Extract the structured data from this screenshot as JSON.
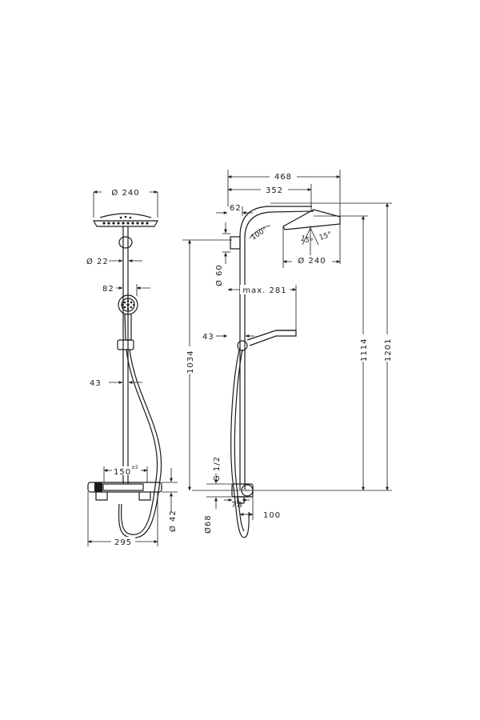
{
  "front_view": {
    "head_diameter": "Ø 240",
    "pipe_diameter": "Ø 22",
    "hand_shower_width": "82",
    "wall_distance": "43",
    "mixer_angle": "150",
    "mixer_angle_tolerance": "±5",
    "mixer_depth": "Ø 42",
    "mixer_width": "295"
  },
  "side_view": {
    "total_reach": "468",
    "arm_reach": "352",
    "wall_offset": "62",
    "arm_angle": "100°",
    "head_tilt_left": "15°",
    "head_tilt_right": "15°",
    "head_diameter": "Ø 240",
    "bracket_diameter": "Ø 60",
    "hand_reach": "max. 281",
    "wall_distance": "43",
    "pipe_height": "1034",
    "head_height": "1114",
    "total_height": "1201",
    "connection_thread": "G 1/2",
    "mixer_diameter": "Ø68",
    "mixer_offset": "78",
    "mixer_projection": "100"
  }
}
